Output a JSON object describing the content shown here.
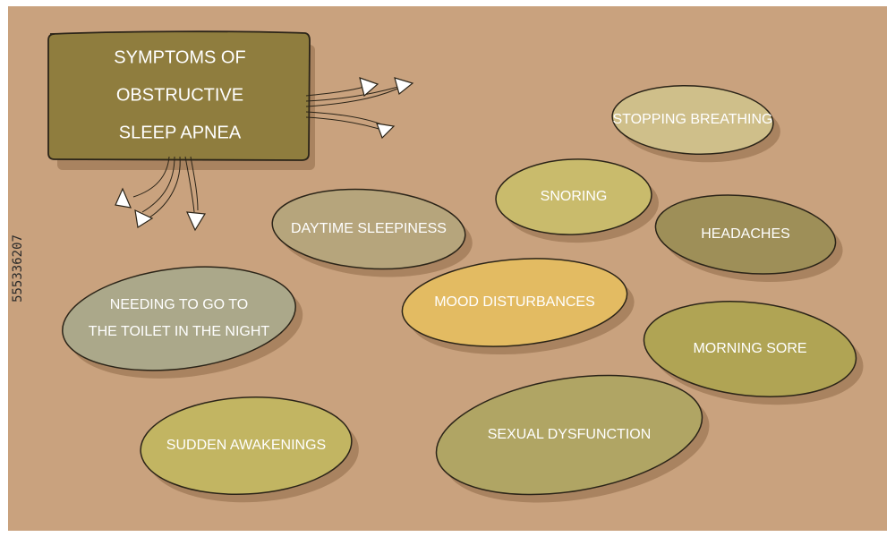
{
  "side_code": "555336207",
  "title": {
    "lines": [
      "SYMPTOMS OF",
      "OBSTRUCTIVE",
      "SLEEP APNEA"
    ],
    "color": "#8f7d3e"
  },
  "colors": {
    "background": "#c9a27e",
    "shadow": "#a98360",
    "outline": "#2b2418",
    "arrow_fill": "#ffffff"
  },
  "symptoms": [
    {
      "id": "stopping-breathing",
      "lines": [
        "STOPPING BREATHING"
      ],
      "color": "#cfbf8a"
    },
    {
      "id": "snoring",
      "lines": [
        "SNORING"
      ],
      "color": "#c9bb6c"
    },
    {
      "id": "headaches",
      "lines": [
        "HEADACHES"
      ],
      "color": "#9e8f58"
    },
    {
      "id": "daytime-sleepiness",
      "lines": [
        "DAYTIME SLEEPINESS"
      ],
      "color": "#b6a57c"
    },
    {
      "id": "mood-disturbances",
      "lines": [
        "MOOD DISTURBANCES"
      ],
      "color": "#e3bb62"
    },
    {
      "id": "needing-toilet",
      "lines": [
        "NEEDING TO GO TO",
        "THE TOILET IN THE NIGHT"
      ],
      "color": "#aba88a"
    },
    {
      "id": "morning-sore",
      "lines": [
        "MORNING SORE"
      ],
      "color": "#b0a454"
    },
    {
      "id": "sexual-dysfunction",
      "lines": [
        "SEXUAL DYSFUNCTION"
      ],
      "color": "#b0a564"
    },
    {
      "id": "sudden-awakenings",
      "lines": [
        "SUDDEN AWAKENINGS"
      ],
      "color": "#c2b562"
    }
  ]
}
